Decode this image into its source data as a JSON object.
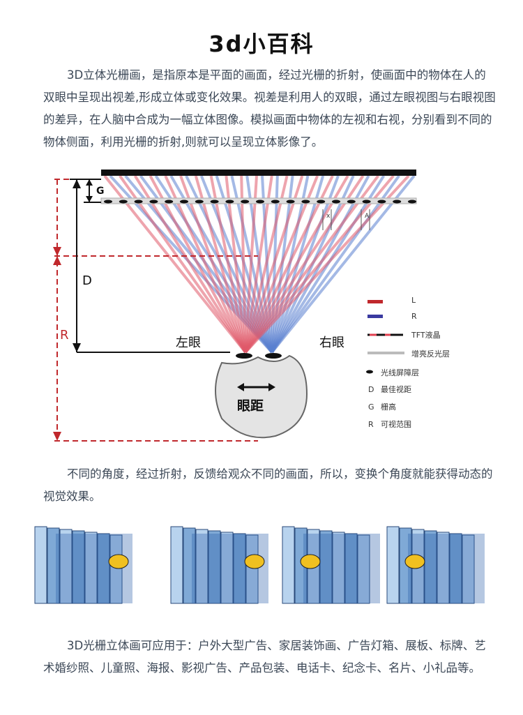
{
  "title": "3d小百科",
  "paragraphs": [
    "3D立体光栅画，是指原本是平面的画面，经过光栅的折射，使画面中的物体在人的双眼中呈现出视差,形成立体或变化效果。视差是利用人的双眼，通过左眼视图与右眼视图的差异，在人脑中合成为一幅立体图像。模拟画面中物体的左视和右视，分别看到不同的物体侧面，利用光栅的折射,则就可以呈现立体影像了。",
    "不同的角度，经过折射，反馈给观众不同的画面，所以，变换个角度就能获得动态的视觉效果。",
    "3D光栅立体画可应用于：户外大型广告、家居装饰画、广告灯箱、展板、标牌、艺术婚纱照、儿童照、海报、影视广告、产品包装、电话卡、纪念卡、名片、小礼品等。"
  ],
  "diagram": {
    "left_eye": "左眼",
    "right_eye": "右眼",
    "eye_distance": "眼距",
    "dim_G": "G",
    "dim_D": "D",
    "dim_R": "R",
    "dim_x": "x",
    "dim_a": "A",
    "legend": [
      {
        "key": "L",
        "label": "L"
      },
      {
        "key": "R",
        "label": "R"
      },
      {
        "key": "tft",
        "label": "TFT液晶"
      },
      {
        "key": "bright",
        "label": "增亮反光层"
      },
      {
        "key": "barrier",
        "label": "光线屏障层"
      },
      {
        "key": "D",
        "label": "最佳视距"
      },
      {
        "key": "G",
        "label": "栅高"
      },
      {
        "key": "R2",
        "label": "可视范围"
      }
    ],
    "legend_letters": {
      "D": "D",
      "G": "G",
      "R": "R"
    },
    "colors": {
      "left": "#e05a6a",
      "right": "#5a7fd0",
      "dim": "#c0282c"
    }
  }
}
